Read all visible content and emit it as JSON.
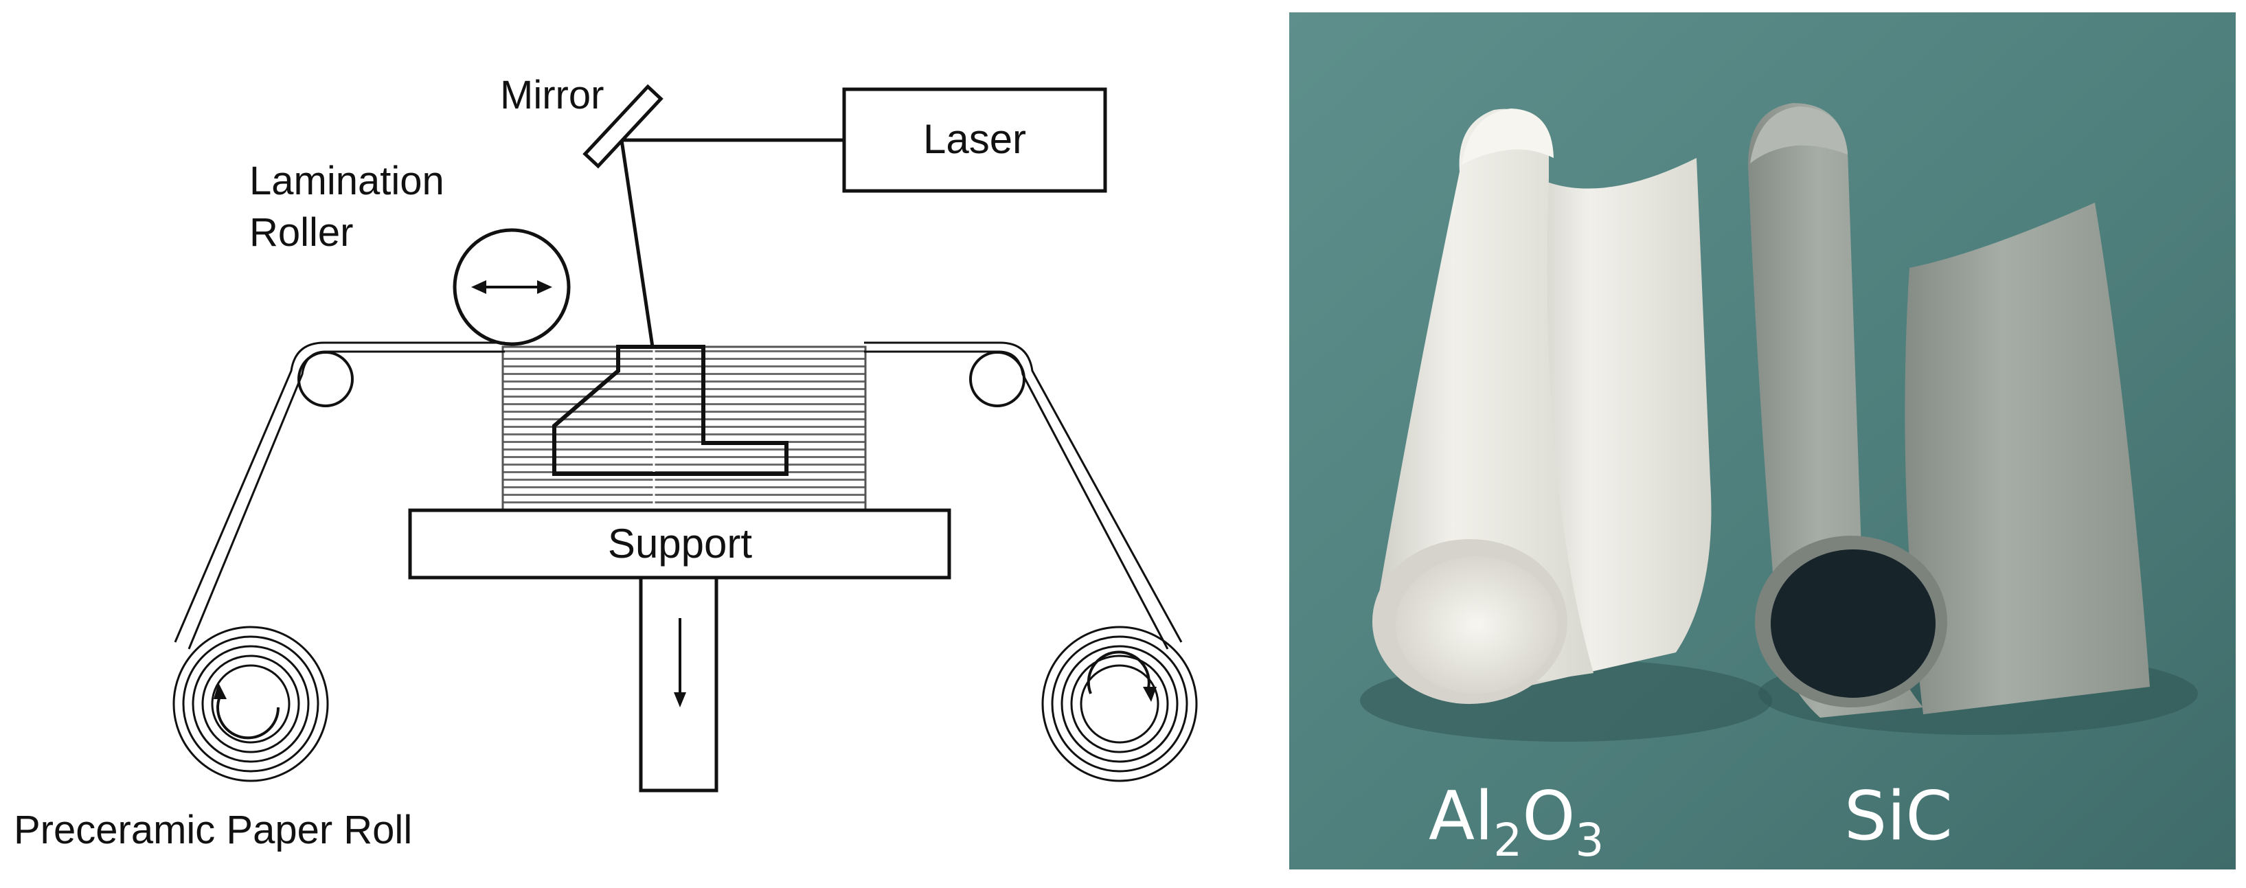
{
  "diagram": {
    "labels": {
      "mirror": "Mirror",
      "laser": "Laser",
      "lamination_line1": "Lamination",
      "lamination_line2": "Roller",
      "support": "Support",
      "paper_roll": "Preceramic Paper Roll"
    }
  },
  "photo": {
    "labels": {
      "alumina_base1": "Al",
      "alumina_sub1": "2",
      "alumina_base2": "O",
      "alumina_sub2": "3",
      "silicon_carbide": "SiC"
    },
    "colors": {
      "background": "#4f7f7c",
      "alumina_paper": "#e6e5de",
      "sic_paper": "#9aa19a",
      "sic_inner": "#17242a"
    }
  }
}
